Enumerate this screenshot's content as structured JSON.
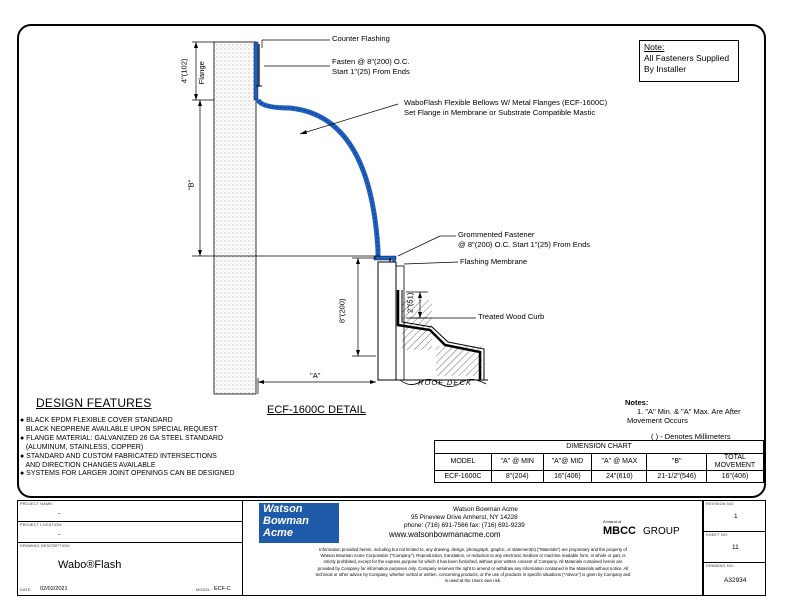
{
  "note_box": {
    "title": "Note:",
    "line1": "All Fasteners Supplied",
    "line2": "By Installer"
  },
  "callouts": {
    "counter_flashing": "Counter Flashing",
    "fasten_1": "Fasten @ 8\"(200) O.C.",
    "fasten_2": "Start 1\"(25) From Ends",
    "bellows_1": "WaboFlash Flexible Bellows W/ Metal Flanges (ECF-1600C)",
    "bellows_2": "Set Flange in Membrane or Substrate Compatible Mastic",
    "grommet_1": "Grommented Fastener",
    "grommet_2": "@ 8\"(200) O.C. Start 1\"(25) From Ends",
    "flashing_membrane": "Flashing Membrane",
    "wood_curb": "Treated Wood Curb"
  },
  "dims": {
    "flange_height": "4\"(102)",
    "flange_label": "Flange",
    "b_label": "\"B\"",
    "curb_height": "8\"(200)",
    "two_inch": "2\"(51)",
    "a_label": "\"A\"",
    "roof_deck": "ROOF DECK"
  },
  "design_features": {
    "title": "DESIGN FEATURES",
    "items": [
      "● BLACK EPDM FLEXIBLE COVER STANDARD",
      "   BLACK NEOPRENE AVAILABLE UPON SPECIAL REQUEST",
      "● FLANGE MATERIAL: GALVANIZED 26 GA STEEL STANDARD",
      "   (ALUMINUM, STAINLESS, COPPER)",
      "● STANDARD AND CUSTOM FABRICATED INTERSECTIONS",
      "   AND DIRECTION CHANGES AVAILABLE",
      "● SYSTEMS FOR LARGER JOINT OPENINGS CAN BE DESIGNED"
    ]
  },
  "detail_title": "ECF-1600C DETAIL",
  "notes": {
    "heading": "Notes:",
    "line1": "1. \"A\" Min. & \"A\" Max. Are After",
    "line2": "Movement Occurs",
    "mm": "( ) - Denotes Millimeters"
  },
  "dimension_chart": {
    "caption": "DIMENSION CHART",
    "headers": [
      "MODEL",
      "\"A\" @ MIN",
      "\"A\"@ MID",
      "\"A\" @ MAX",
      "\"B\"",
      "TOTAL MOVEMENT"
    ],
    "row": [
      "ECF-1600C",
      "8\"(204)",
      "16\"(406)",
      "24\"(610)",
      "21-1/2\"(546)",
      "16\"(406)"
    ]
  },
  "title_block": {
    "project_name_label": "PROJECT NAME:",
    "project_name": "-",
    "project_location_label": "PROJECT LOCATION:",
    "project_location": "-",
    "drawing_desc_label": "DRAWING DESCRIPTION:",
    "drawing_desc": "Wabo®Flash",
    "date_label": "DATE:",
    "date": "02/02/2021",
    "model_label": "MODEL:",
    "model": "ECF-C",
    "logo_line1": "Watson",
    "logo_line2": "Bowman",
    "logo_line3": "Acme",
    "company": "Watson Bowman Acme",
    "address": "95 Pineview Drive Amherst, NY 14228",
    "phone": "phone: (716) 691-7566  fax: (716) 691-9239",
    "website": "www.watsonbowmanacme.com",
    "disclaimer": [
      "Information provided herein, including but not limited to, any drawing, design, photograph, graphic, or statement(s) (\"Materials\") are proprietary and the property of",
      "Watson Bowman Acme Corporation (\"Company\"). Reproduction, translation, or reduction to any electronic medium or machine readable form, in whole or part, is",
      "strictly prohibited, except for the express purpose for which it has been furnished, without prior written consent of Company. All Materials contained herein are",
      "provided by Company for information purposes only. Company reserves the right to amend or withdraw any information contained in the Materials without notice. All",
      "technical or other advice by Company, whether verbal or written, concerning products, or the use of products in specific situations (\"Advice\") is given by Company and",
      "is used at the Users own risk."
    ],
    "mbcc_small": "A brand of",
    "mbcc": "MBCC",
    "group": "GROUP",
    "revision_label": "REVISION NO:",
    "revision": "1",
    "sheet_label": "SHEET NO:",
    "sheet": "11",
    "drawing_no_label": "DRAWING NO:",
    "drawing_no": "A32934"
  },
  "colors": {
    "bellows": "#1f5fbf",
    "logo_bg": "#1d5aa8"
  }
}
